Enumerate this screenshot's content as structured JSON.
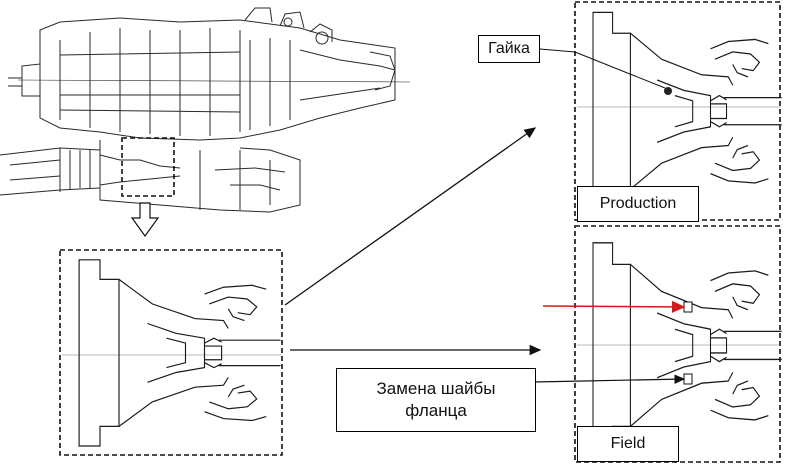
{
  "labels": {
    "nut": "Гайка",
    "production": "Production",
    "replacement_line1": "Замена шайбы",
    "replacement_line2": "фланца",
    "field": "Field"
  },
  "colors": {
    "line": "#1a1a1a",
    "highlight_arrow": "#d11a1a"
  }
}
